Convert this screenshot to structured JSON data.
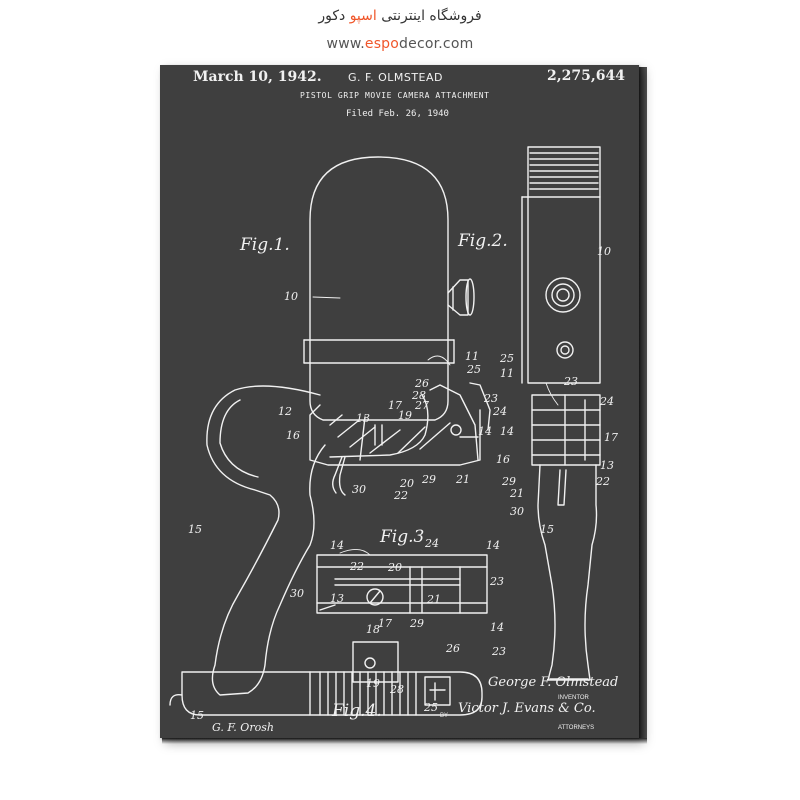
{
  "store": {
    "name_main": "فروشگاه اینترنتی ",
    "name_accent": "اسپو",
    "name_tail": " دکور",
    "url_prefix": "www.",
    "url_accent": "espo",
    "url_suffix": "decor.com"
  },
  "patent": {
    "date": "March 10, 1942.",
    "inventor_header": "G. F. OLMSTEAD",
    "number": "2,275,644",
    "title": "PISTOL GRIP MOVIE CAMERA ATTACHMENT",
    "filed": "Filed Feb. 26, 1940",
    "signature_inventor": "George F. Olmstead",
    "inventor_caption": "INVENTOR",
    "by": "BY",
    "signature_attorneys": "Victor J. Evans & Co.",
    "attorneys_caption": "ATTORNEYS",
    "witness": "G. F. Orosh"
  },
  "figures": {
    "fig1": "Fig.1.",
    "fig2": "Fig.2.",
    "fig3": "Fig.3",
    "fig4": "Fig.4."
  },
  "numbers": {
    "n10a": "10",
    "n10b": "10",
    "n11a": "11",
    "n25a": "25",
    "n26a": "26",
    "n28a": "28",
    "n27": "27",
    "n17a": "17",
    "n12": "12",
    "n13a": "13",
    "n19a": "19",
    "n16a": "16",
    "n23a": "23",
    "n24a": "24",
    "n14a": "14",
    "n21a": "21",
    "n29a": "29",
    "n20a": "20",
    "n30a": "30",
    "n22a": "22",
    "n15a": "15",
    "n25b": "25",
    "n11b": "11",
    "n23b": "23",
    "n24b": "24",
    "n14b": "14",
    "n17b": "17",
    "n16b": "16",
    "n13b": "13",
    "n29b": "29",
    "n22b": "22",
    "n21b": "21",
    "n30b": "30",
    "n15b": "15",
    "n14c": "14",
    "n24c": "24",
    "n14d": "14",
    "n22c": "22",
    "n20b": "20",
    "n23c": "23",
    "n30c": "30",
    "n13c": "13",
    "n21c": "21",
    "n17c": "17",
    "n29c": "29",
    "n18": "18",
    "n14e": "14",
    "n23d": "23",
    "n26b": "26",
    "n19b": "19",
    "n28b": "28",
    "n15c": "15",
    "n25c": "25"
  },
  "colors": {
    "board": "#3f3f3f",
    "chalk": "#f1f1f1",
    "accent": "#f0562a"
  }
}
